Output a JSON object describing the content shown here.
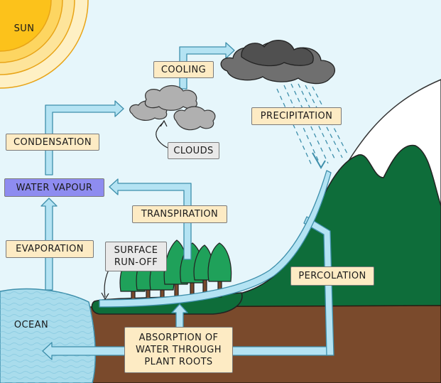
{
  "labels": {
    "sun": "SUN",
    "cooling": "COOLING",
    "condensation": "CONDENSATION",
    "clouds": "CLOUDS",
    "precipitation": "PRECIPITATION",
    "water_vapour": "WATER VAPOUR",
    "transpiration": "TRANSPIRATION",
    "evaporation": "EVAPORATION",
    "surface_runoff": "SURFACE\nRUN-OFF",
    "percolation": "PERCOLATION",
    "ocean": "OCEAN",
    "absorption": "ABSORPTION OF\nWATER THROUGH\nPLANT ROOTS"
  },
  "colors": {
    "sky": "#e6f6fb",
    "sun": "#fcc21b",
    "flow_arrow": "#b4e3f3",
    "ocean": "#a9dcec",
    "soil": "#7a4a2c",
    "mountain": "#0e6d3a",
    "tree": "#1fa15a",
    "label_fill": "#fdebc4",
    "water_vapour_fill": "#8e8cf0"
  }
}
